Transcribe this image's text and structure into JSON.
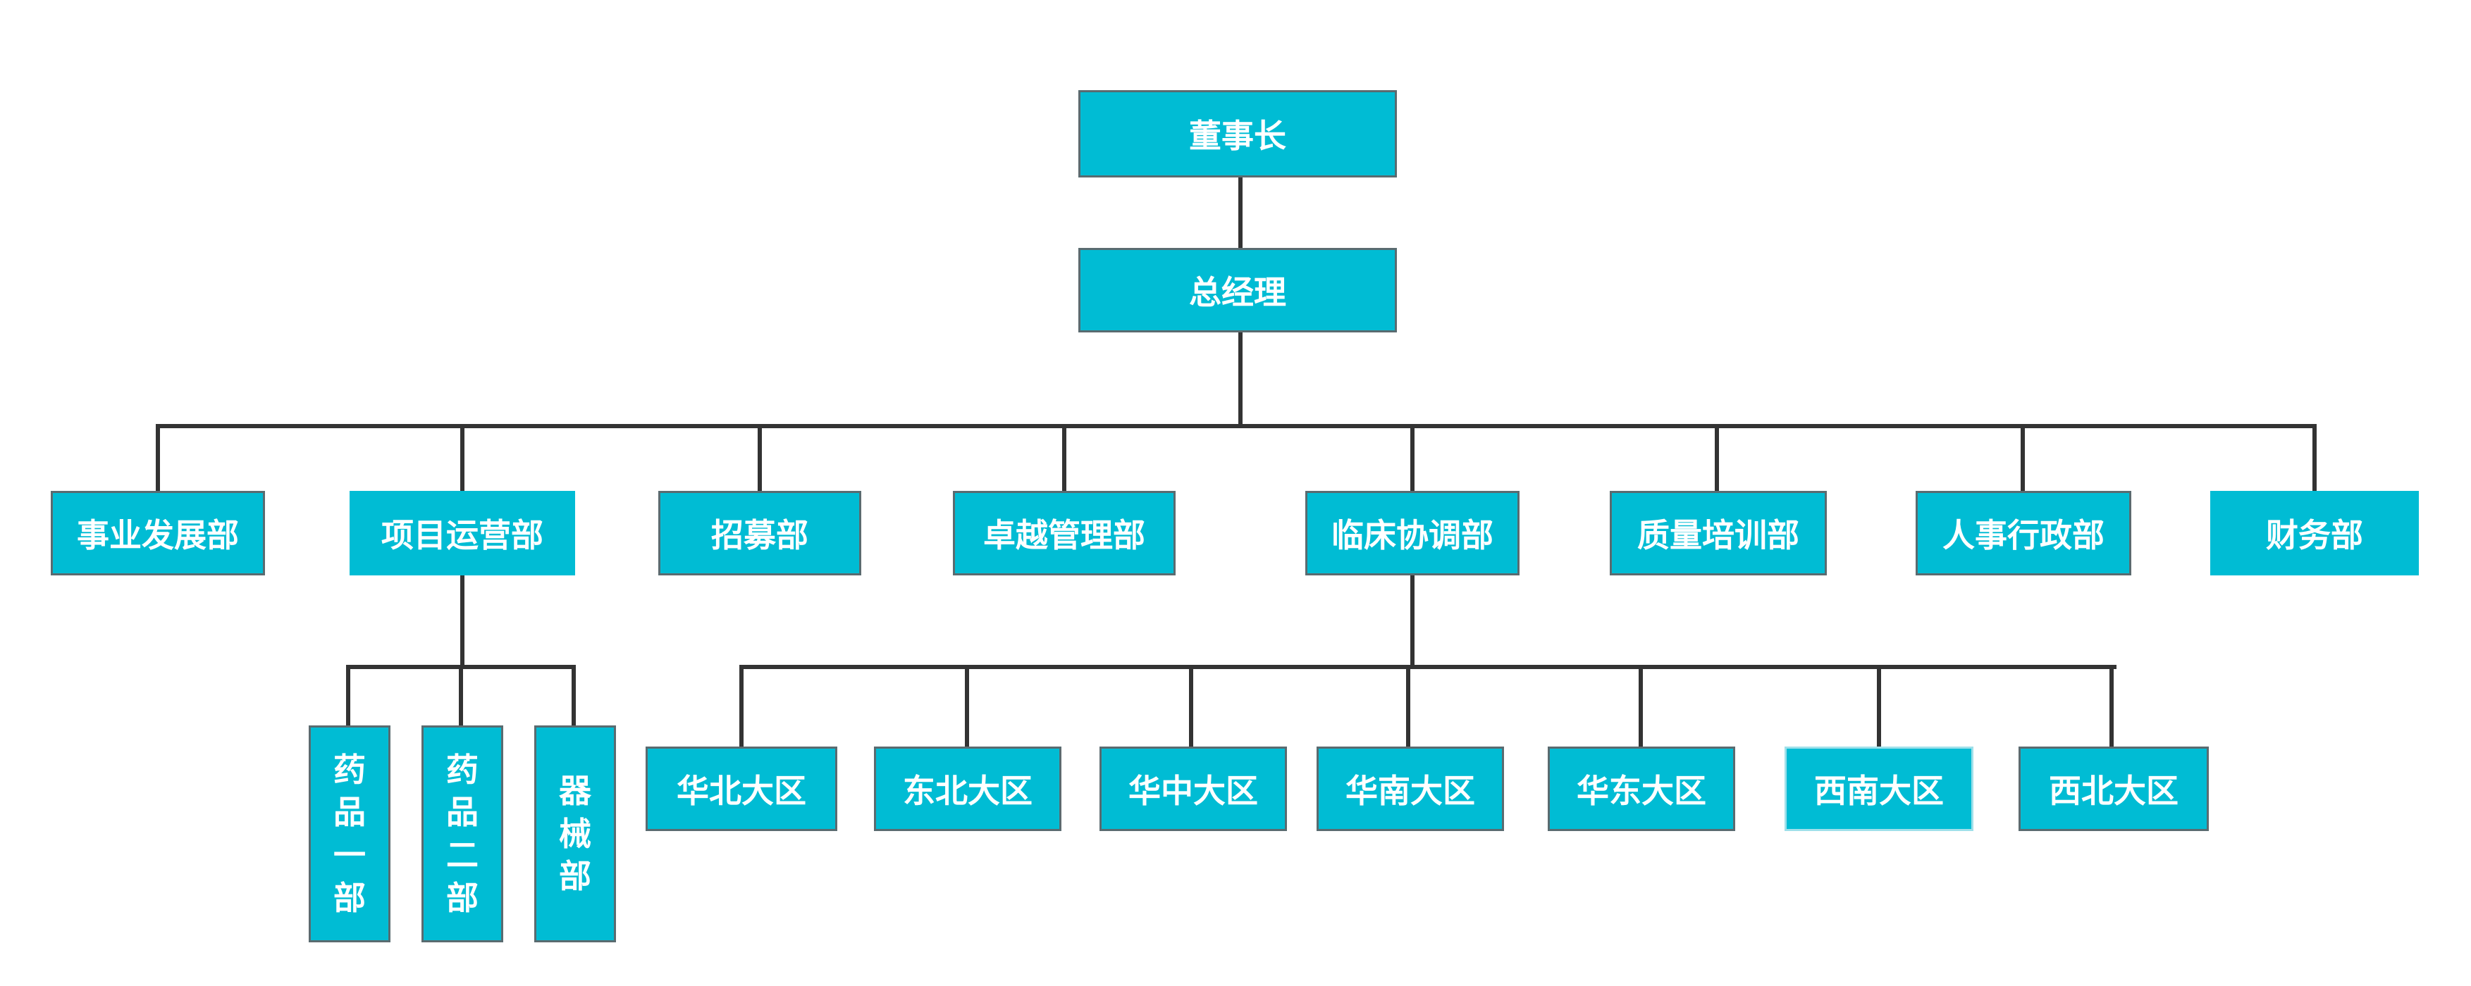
{
  "org": {
    "chairman": "董事长",
    "general_manager": "总经理",
    "departments": [
      "事业发展部",
      "项目运营部",
      "招募部",
      "卓越管理部",
      "临床协调部",
      "质量培训部",
      "人事行政部",
      "财务部"
    ],
    "project_units": [
      "药品一部",
      "药品二部",
      "器械部"
    ],
    "regions": [
      "华北大区",
      "东北大区",
      "华中大区",
      "华南大区",
      "华东大区",
      "西南大区",
      "西北大区"
    ]
  },
  "colors": {
    "node_fill": "#00BCD4",
    "node_text": "#ffffff",
    "connector": "#333333"
  }
}
